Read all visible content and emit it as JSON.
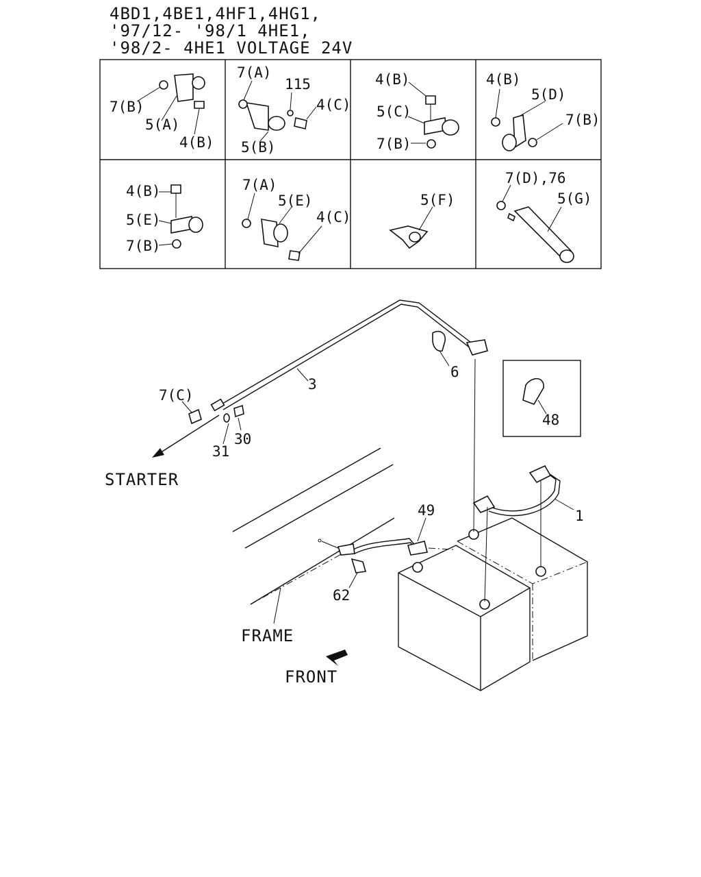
{
  "header": {
    "line1": "4BD1,4BE1,4HF1,4HG1,",
    "line2": "'97/12- '98/1 4HE1,",
    "line3": "'98/2- 4HE1 VOLTAGE 24V"
  },
  "grid_cells": [
    {
      "labels": [
        "7(B)",
        "5(A)",
        "4(B)"
      ]
    },
    {
      "labels": [
        "7(A)",
        "115",
        "4(C)",
        "5(B)"
      ]
    },
    {
      "labels": [
        "4(B)",
        "5(C)",
        "7(B)"
      ]
    },
    {
      "labels": [
        "4(B)",
        "5(D)",
        "7(B)"
      ]
    },
    {
      "labels": [
        "4(B)",
        "5(E)",
        "7(B)"
      ]
    },
    {
      "labels": [
        "7(A)",
        "5(E)",
        "4(C)"
      ]
    },
    {
      "labels": [
        "5(F)"
      ]
    },
    {
      "labels": [
        "7(D),76",
        "5(G)"
      ]
    }
  ],
  "callouts": {
    "cable_3": "3",
    "clip_6": "6",
    "nut_7c": "7(C)",
    "washer_31": "31",
    "nut_30": "30",
    "clamp_48": "48",
    "cable_49": "49",
    "cable_1": "1",
    "bolt_62": "62"
  },
  "labels": {
    "starter": "STARTER",
    "frame": "FRAME",
    "front": "FRONT"
  }
}
